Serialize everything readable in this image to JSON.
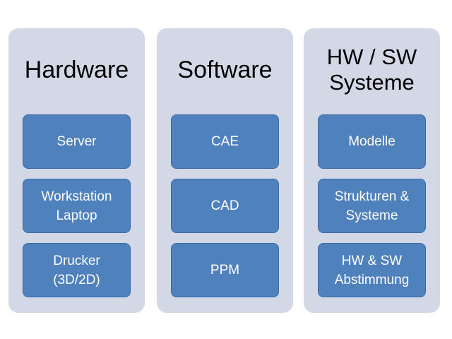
{
  "columns": [
    {
      "title": "Hardware",
      "items": [
        "Server",
        "Workstation\nLaptop",
        "Drucker\n(3D/2D)"
      ]
    },
    {
      "title": "Software",
      "items": [
        "CAE",
        "CAD",
        "PPM"
      ]
    },
    {
      "title": "HW / SW\nSysteme",
      "items": [
        "Modelle",
        "Strukturen &\nSysteme",
        "HW & SW\nAbstimmung"
      ]
    }
  ],
  "colors": {
    "column_background": "#d3d8e6",
    "box_fill": "#4f81bd",
    "box_text": "#ffffff",
    "title_text": "#000000"
  }
}
